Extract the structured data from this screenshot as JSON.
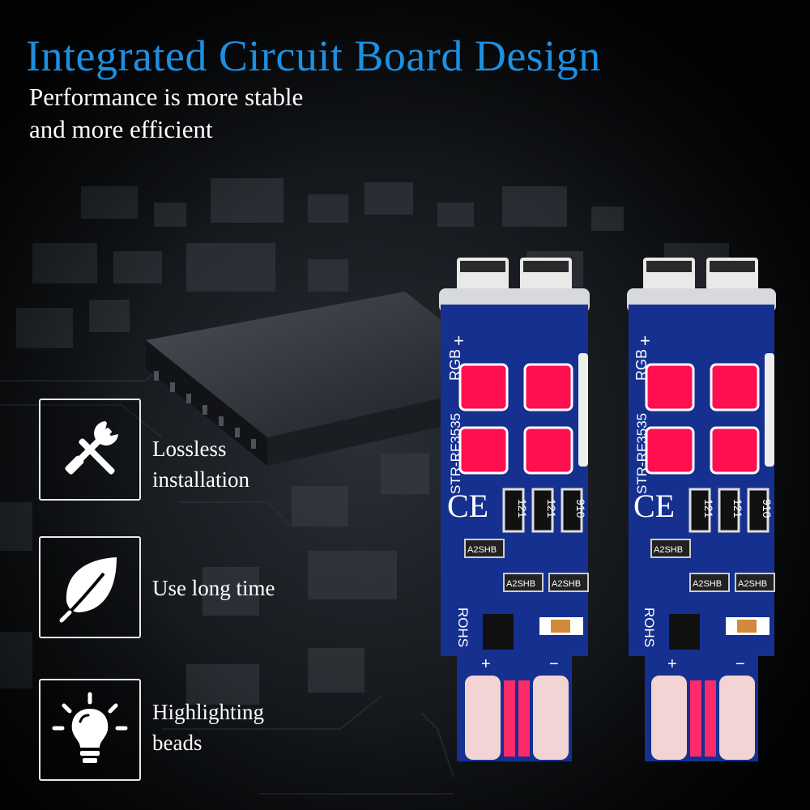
{
  "headline": "Integrated Circuit Board Design",
  "subheadline": {
    "line1": "Performance is more stable",
    "line2": "and more efficient"
  },
  "features": [
    {
      "icon": "wrench-screwdriver-icon",
      "line1": "Lossless",
      "line2": "installation"
    },
    {
      "icon": "leaf-icon",
      "line1": "Use long time"
    },
    {
      "icon": "lightbulb-icon",
      "line1": "Highlighting",
      "line2": "beads"
    }
  ],
  "pcb_print": {
    "plus": "+",
    "minus": "−",
    "rgb": "RGB",
    "model": "STR-RF3535",
    "ce": "CE",
    "resistor_1": "121",
    "resistor_2": "121",
    "resistor_3": "910",
    "transistor": "A2SHB",
    "rohs": "ROHS"
  },
  "colors": {
    "headline": "#1e8fe0",
    "pcb_blue": "#15308f",
    "background": "#0b0d10"
  }
}
